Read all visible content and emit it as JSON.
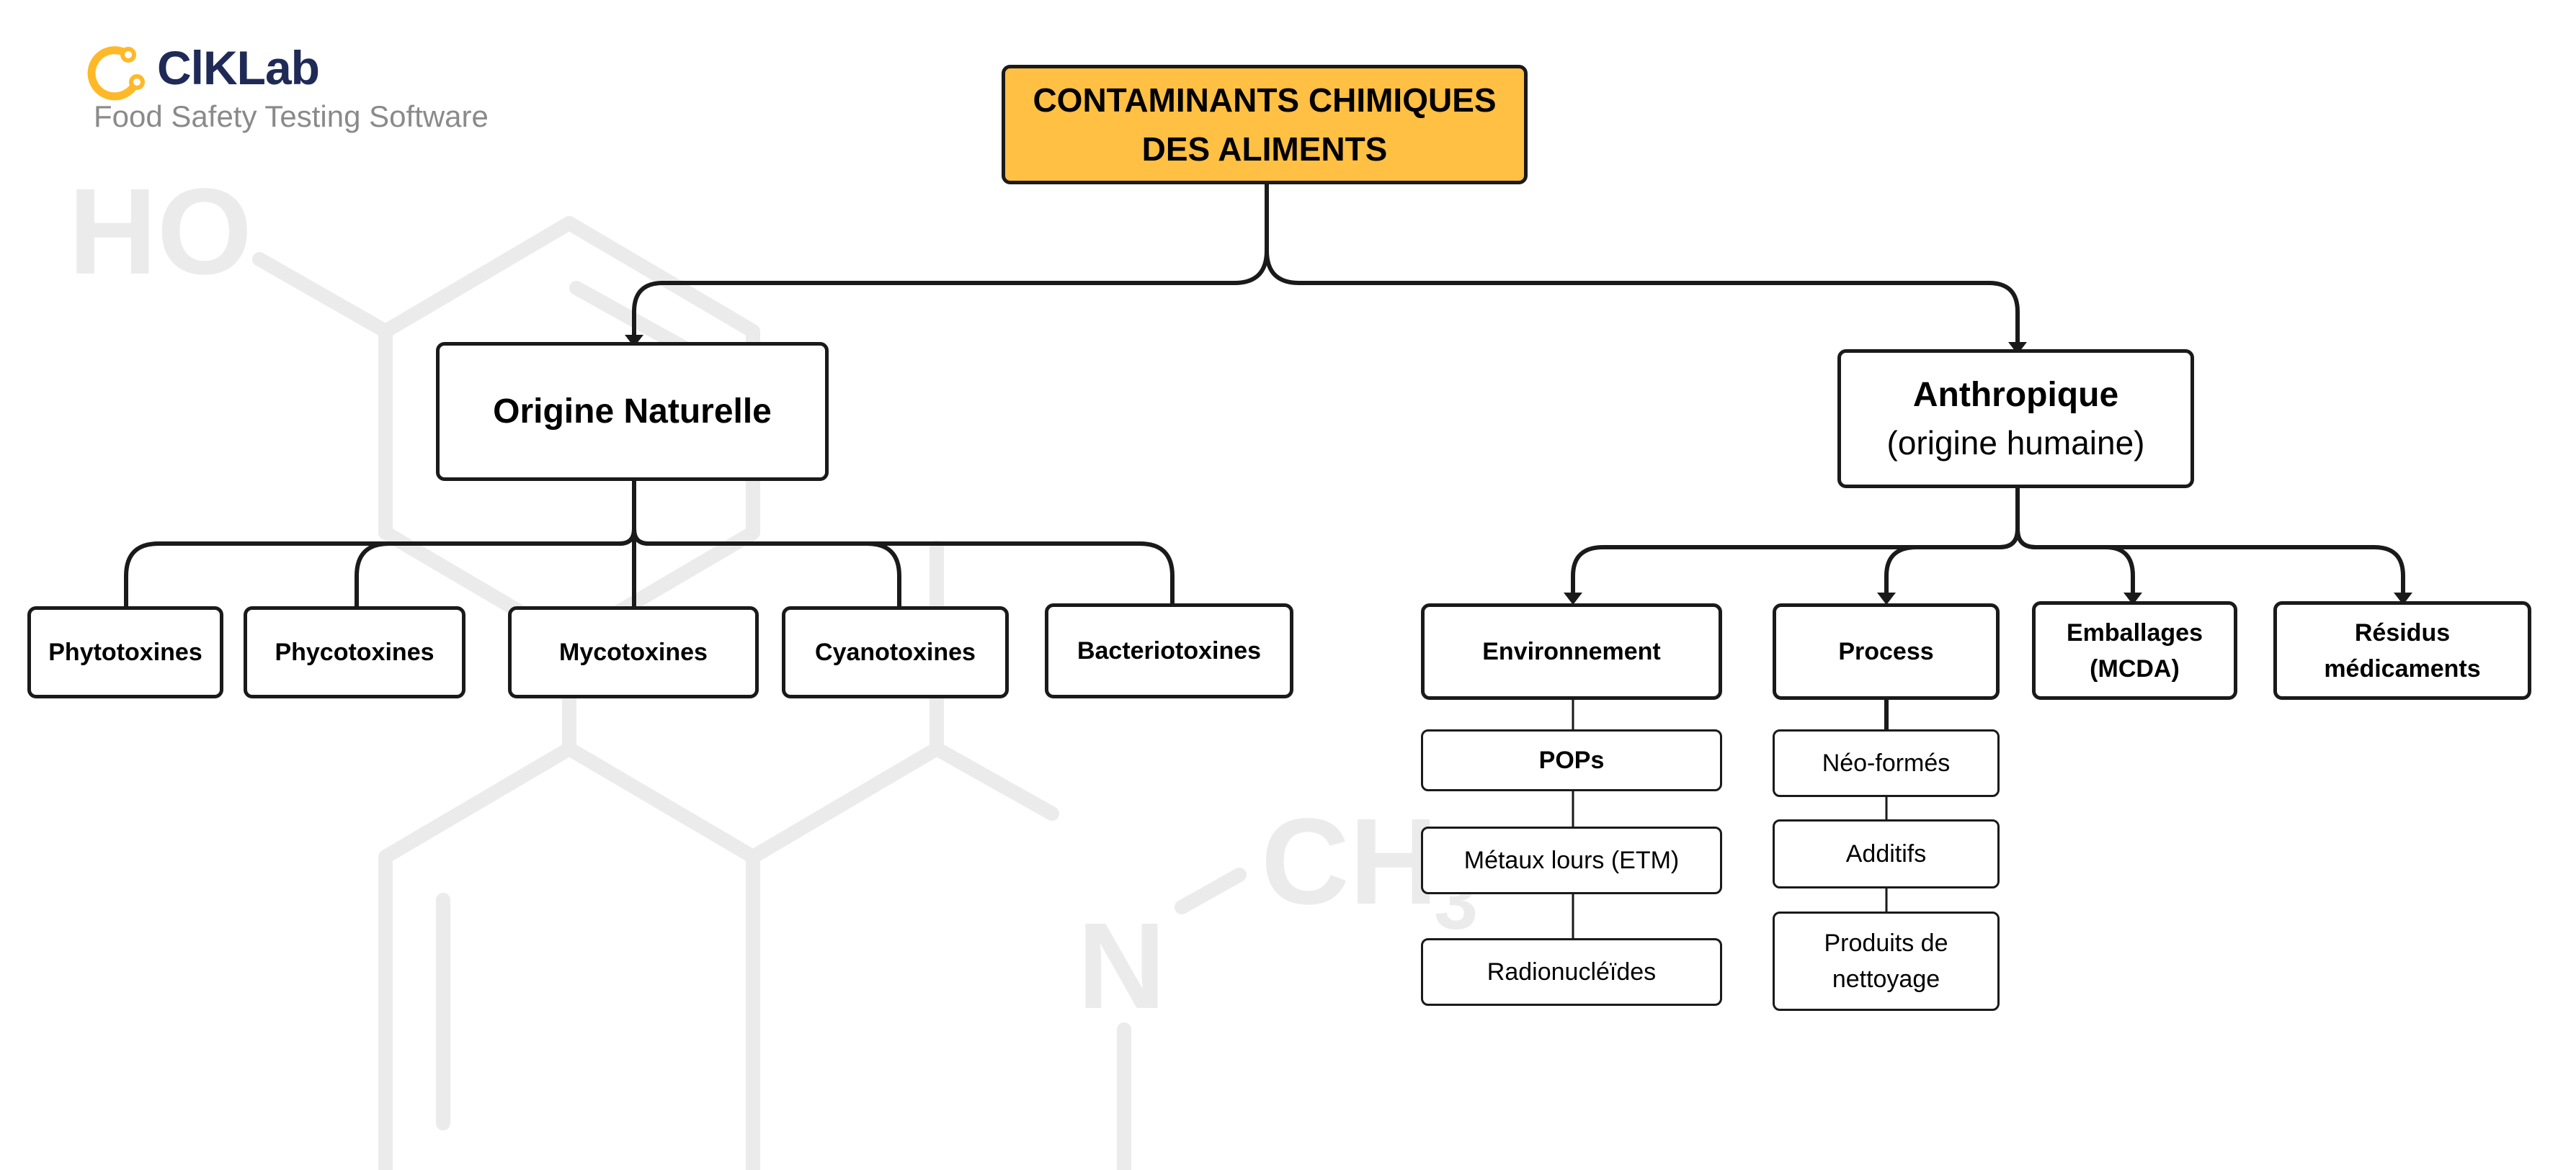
{
  "brand": {
    "name": "ClKLab",
    "tagline": "Food Safety Testing Software",
    "logo_icon": "ring-link-icon",
    "accent": "#ffb928",
    "navy": "#1f2a56"
  },
  "watermark": {
    "icon": "molecule-structure-icon",
    "labels": {
      "ho": "HO",
      "n": "N",
      "ch3": "CH",
      "sub": "3"
    }
  },
  "colors": {
    "title_fill": "#ffc043",
    "line": "#1a1a1a",
    "watermark": "#ebebeb"
  },
  "title": {
    "line1": "CONTAMINANTS CHIMIQUES",
    "line2": "DES ALIMENTS"
  },
  "natural": {
    "label": "Origine Naturelle",
    "children": [
      "Phytotoxines",
      "Phycotoxines",
      "Mycotoxines",
      "Cyanotoxines",
      "Bacteriotoxines"
    ]
  },
  "anthropic": {
    "label": "Anthropique",
    "sublabel": "(origine humaine)",
    "children": {
      "environnement": {
        "label": "Environnement",
        "items": [
          "POPs",
          "Métaux lours (ETM)",
          "Radionucléïdes"
        ]
      },
      "process": {
        "label": "Process",
        "items": [
          "Néo-formés",
          "Additifs",
          "Produits de nettoyage"
        ]
      },
      "emballages": {
        "line1": "Emballages",
        "line2": "(MCDA)"
      },
      "residus": {
        "line1": "Résidus",
        "line2": "médicaments"
      }
    }
  }
}
